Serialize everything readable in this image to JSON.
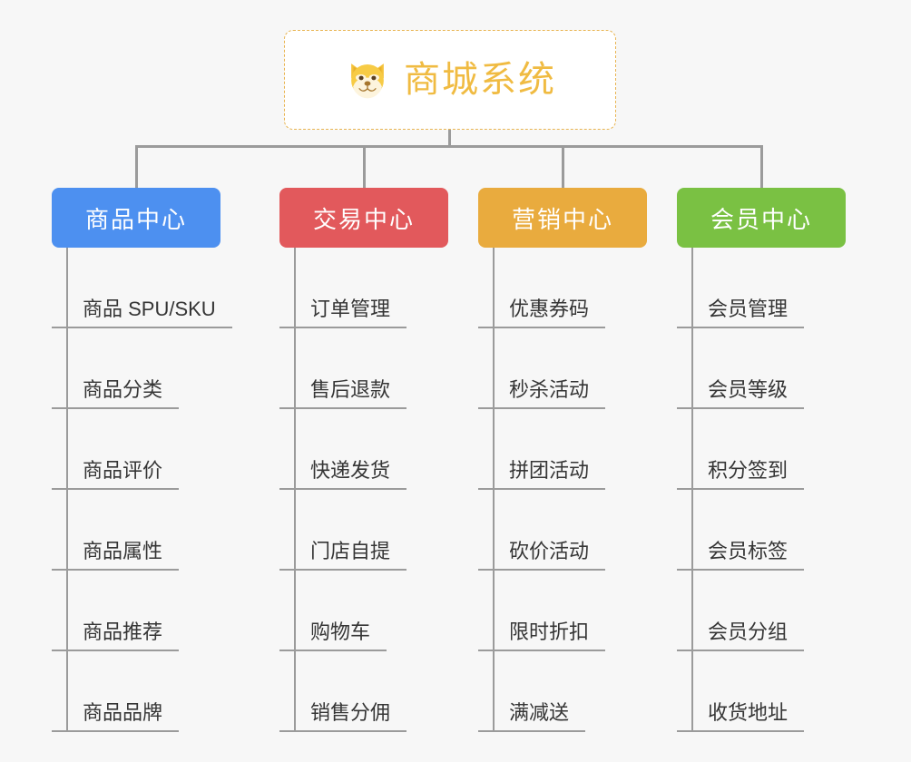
{
  "page": {
    "background_color": "#f7f7f7",
    "line_color": "#9b9b9b"
  },
  "root": {
    "title": "商城系统",
    "icon": "dog-face-emoji",
    "text_color": "#f0bb42",
    "border_color": "#e8b451",
    "background_color": "#ffffff"
  },
  "columns": [
    {
      "label": "商品中心",
      "color": "#4d90f0",
      "items": [
        "商品 SPU/SKU",
        "商品分类",
        "商品评价",
        "商品属性",
        "商品推荐",
        "商品品牌"
      ]
    },
    {
      "label": "交易中心",
      "color": "#e2595c",
      "items": [
        "订单管理",
        "售后退款",
        "快递发货",
        "门店自提",
        "购物车",
        "销售分佣"
      ]
    },
    {
      "label": "营销中心",
      "color": "#e9ab3e",
      "items": [
        "优惠券码",
        "秒杀活动",
        "拼团活动",
        "砍价活动",
        "限时折扣",
        "满减送"
      ]
    },
    {
      "label": "会员中心",
      "color": "#7ac143",
      "items": [
        "会员管理",
        "会员等级",
        "积分签到",
        "会员标签",
        "会员分组",
        "收货地址"
      ]
    }
  ]
}
